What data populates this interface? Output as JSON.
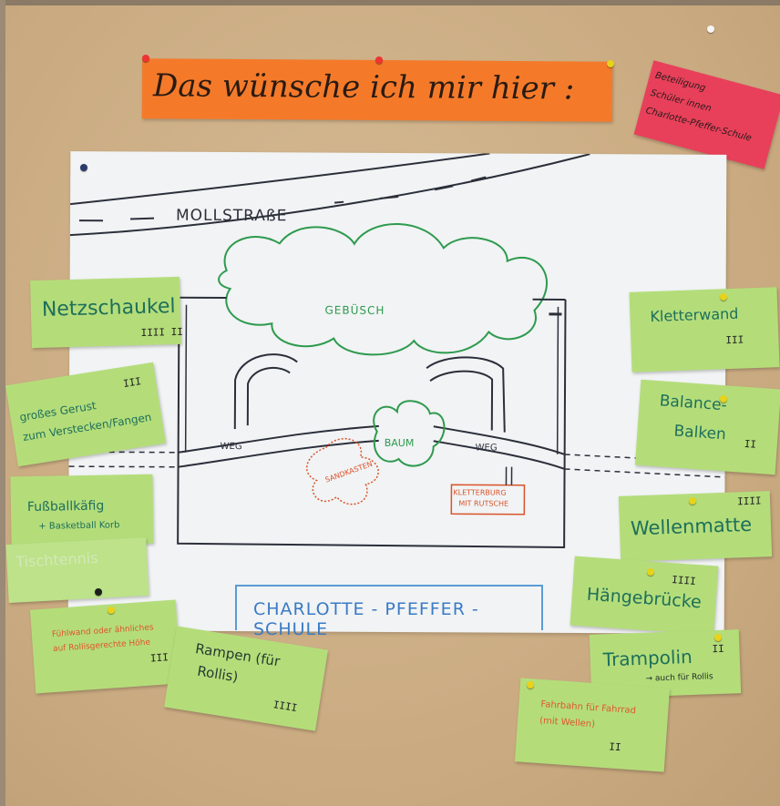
{
  "header": {
    "title": "Das wünsche ich mir hier :"
  },
  "badge": {
    "lines": [
      "Beteiligung",
      "Schüler innen",
      "Charlotte-Pfeffer-Schule"
    ]
  },
  "map": {
    "street": "MOLLSTRAßE",
    "bush": "GEBÜSCH",
    "tree": "BAUM",
    "sandbox": "SANDKASTEN",
    "path_left": "WEG",
    "path_right": "WEG",
    "climbing_line1": "KLETTERBURG",
    "climbing_line2": "MIT RUTSCHE",
    "school": "CHARLOTTE - PFEFFER - SCHULE"
  },
  "notes_left": [
    {
      "text": "Netzschaukel",
      "marks": "IIII II"
    },
    {
      "text_line1": "großes Gerust",
      "text_line2": "zum Verstecken/Fangen",
      "marks": "III"
    },
    {
      "text_line1": "Fußballkäfig",
      "text_line2": "+ Basketball Korb"
    },
    {
      "text": "Tischtennis"
    },
    {
      "text_line1": "Fühlwand oder ähnliches",
      "text_line2": "auf Rollisgerechte Höhe",
      "marks": "III"
    },
    {
      "text_line1": "Rampen (für",
      "text_line2": "Rollis)",
      "marks": "IIII"
    }
  ],
  "notes_right": [
    {
      "text": "Kletterwand",
      "marks": "III"
    },
    {
      "text_line1": "Balance-",
      "text_line2": "Balken",
      "marks": "II"
    },
    {
      "text": "Wellenmatte",
      "marks": "IIII"
    },
    {
      "text": "Hängebrücke",
      "marks": "IIII"
    },
    {
      "text": "Trampolin",
      "sub": "→ auch für Rollis",
      "marks": "II"
    },
    {
      "text_line1": "Fahrbahn für Fahrrad",
      "text_line2": "(mit Wellen)",
      "marks": "II"
    }
  ]
}
